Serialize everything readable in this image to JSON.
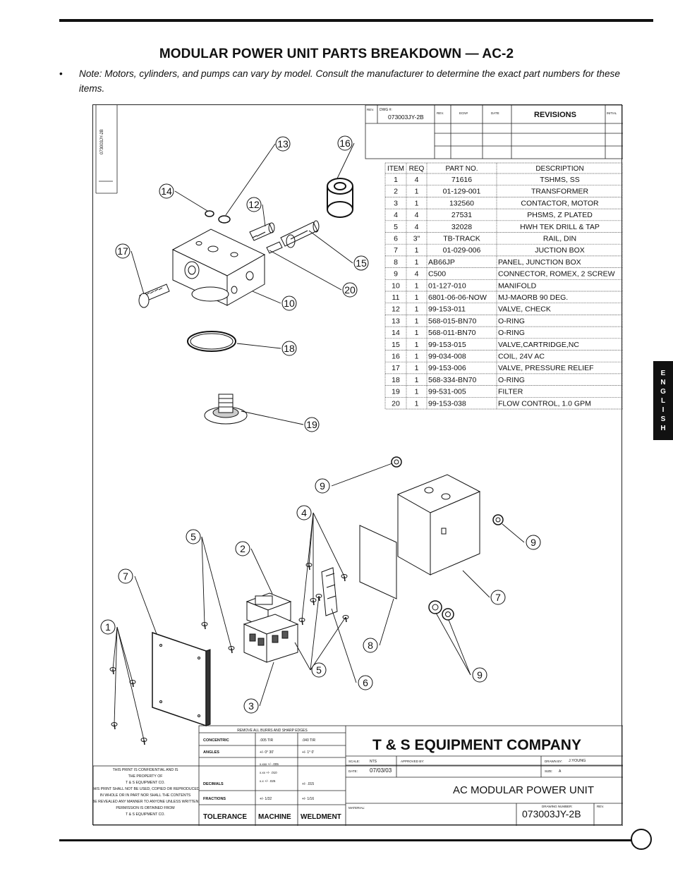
{
  "page": {
    "title": "MODULAR POWER UNIT PARTS BREAKDOWN — AC-2",
    "note_bullet": "•",
    "note": "Note:  Motors, cylinders, and pumps can vary by model.  Consult the manufacturer to determine the exact part numbers for these items.",
    "language_tab": [
      "E",
      "N",
      "G",
      "L",
      "I",
      "S",
      "H"
    ]
  },
  "revision_block": {
    "rev_label": "REV.",
    "dwg_label": "DWG #:",
    "dwg_number": "073003JY-2B",
    "col_rev": "REV.",
    "col_ecn": "ECN#",
    "col_date": "DATE",
    "col_revisions": "REVISIONS",
    "col_initial": "INITIAL"
  },
  "parts_table": {
    "headers": [
      "ITEM",
      "REQ",
      "PART NO.",
      "DESCRIPTION"
    ],
    "rows": [
      [
        "1",
        "4",
        "71616",
        "TSHMS, SS"
      ],
      [
        "2",
        "1",
        "01-129-001",
        "TRANSFORMER"
      ],
      [
        "3",
        "1",
        "132560",
        "CONTACTOR, MOTOR"
      ],
      [
        "4",
        "4",
        "27531",
        "PHSMS, Z PLATED"
      ],
      [
        "5",
        "4",
        "32028",
        "HWH TEK DRILL & TAP"
      ],
      [
        "6",
        "3\"",
        "TB-TRACK",
        "RAIL, DIN"
      ],
      [
        "7",
        "1",
        "01-029-006",
        "JUCTION BOX"
      ],
      [
        "8",
        "1",
        "AB66JP",
        "PANEL, JUNCTION BOX"
      ],
      [
        "9",
        "4",
        "C500",
        "CONNECTOR, ROMEX, 2 SCREW"
      ],
      [
        "10",
        "1",
        "01-127-010",
        "MANIFOLD"
      ],
      [
        "11",
        "1",
        "6801-06-06-NOW",
        "MJ-MAORB 90 DEG."
      ],
      [
        "12",
        "1",
        "99-153-011",
        "VALVE, CHECK"
      ],
      [
        "13",
        "1",
        "568-015-BN70",
        "O-RING"
      ],
      [
        "14",
        "1",
        "568-011-BN70",
        "O-RING"
      ],
      [
        "15",
        "1",
        "99-153-015",
        "VALVE,CARTRIDGE,NC"
      ],
      [
        "16",
        "1",
        "99-034-008",
        "COIL, 24V AC"
      ],
      [
        "17",
        "1",
        "99-153-006",
        "VALVE, PRESSURE RELIEF"
      ],
      [
        "18",
        "1",
        "568-334-BN70",
        "O-RING"
      ],
      [
        "19",
        "1",
        "99-531-005",
        "FILTER"
      ],
      [
        "20",
        "1",
        "99-153-038",
        "FLOW CONTROL, 1.0 GPM"
      ]
    ]
  },
  "callouts": [
    "1",
    "2",
    "3",
    "4",
    "5",
    "5",
    "6",
    "7",
    "7",
    "8",
    "9",
    "9",
    "9",
    "10",
    "12",
    "13",
    "14",
    "15",
    "16",
    "17",
    "18",
    "19",
    "20"
  ],
  "title_block": {
    "remove_burrs": "REMOVE ALL BURRS AND SHARP EDGES",
    "concentric": "CONCENTRIC",
    "concentric_machine": ".005 TIR",
    "concentric_weld": ".040 TIR",
    "angles": "ANGLES",
    "angles_machine": "+/- 0° 30'",
    "angles_weld": "+/- 1° 0'",
    "decimals": "DECIMALS",
    "dec_xxxx": "x.xxx +/- .005",
    "dec_xxx": "x.xx +/- .010",
    "dec_xx": "x.x +/- .025",
    "dec_weld": "+/- .015",
    "fractions": "FRACTIONS",
    "fractions_machine": "+/- 1/32",
    "fractions_weld": "+/- 1/16",
    "tolerance": "TOLERANCE",
    "machine": "MACHINE",
    "weldment": "WELDMENT",
    "confidential": [
      "THIS PRINT IS CONFIDENTIAL AND IS",
      "THE PROPERTY OF",
      "T & S EQUIPMENT CO.",
      "THIS PRINT SHALL NOT BE USED, COPIED OR REPRODUCED",
      "IN WHOLE OR IN PART NOR SHALL THE CONTENTS",
      "BE REVEALED ANY MANNER TO ANYONE UNLESS WRITTEN",
      "PERMISSION IS OBTAINED FROM",
      "T & S EQUIPMENT CO."
    ],
    "company": "T & S EQUIPMENT COMPANY",
    "scale_label": "SCALE:",
    "scale_value": "NTS",
    "approved_label": "APPROVED BY:",
    "drawn_label": "DRAWN BY:",
    "drawn_value": "J.YOUNG",
    "date_label": "DATE:",
    "date_value": "07/03/03",
    "size_label": "SIZE:",
    "size_value": "A",
    "drawing_title": "AC MODULAR POWER UNIT",
    "material_label": "MATERIAL:",
    "drawing_number_label": "DRAWING NUMBER:",
    "drawing_number": "073003JY-2B",
    "rev_label": "REV.",
    "side_stamp": "073003JY-2B"
  }
}
